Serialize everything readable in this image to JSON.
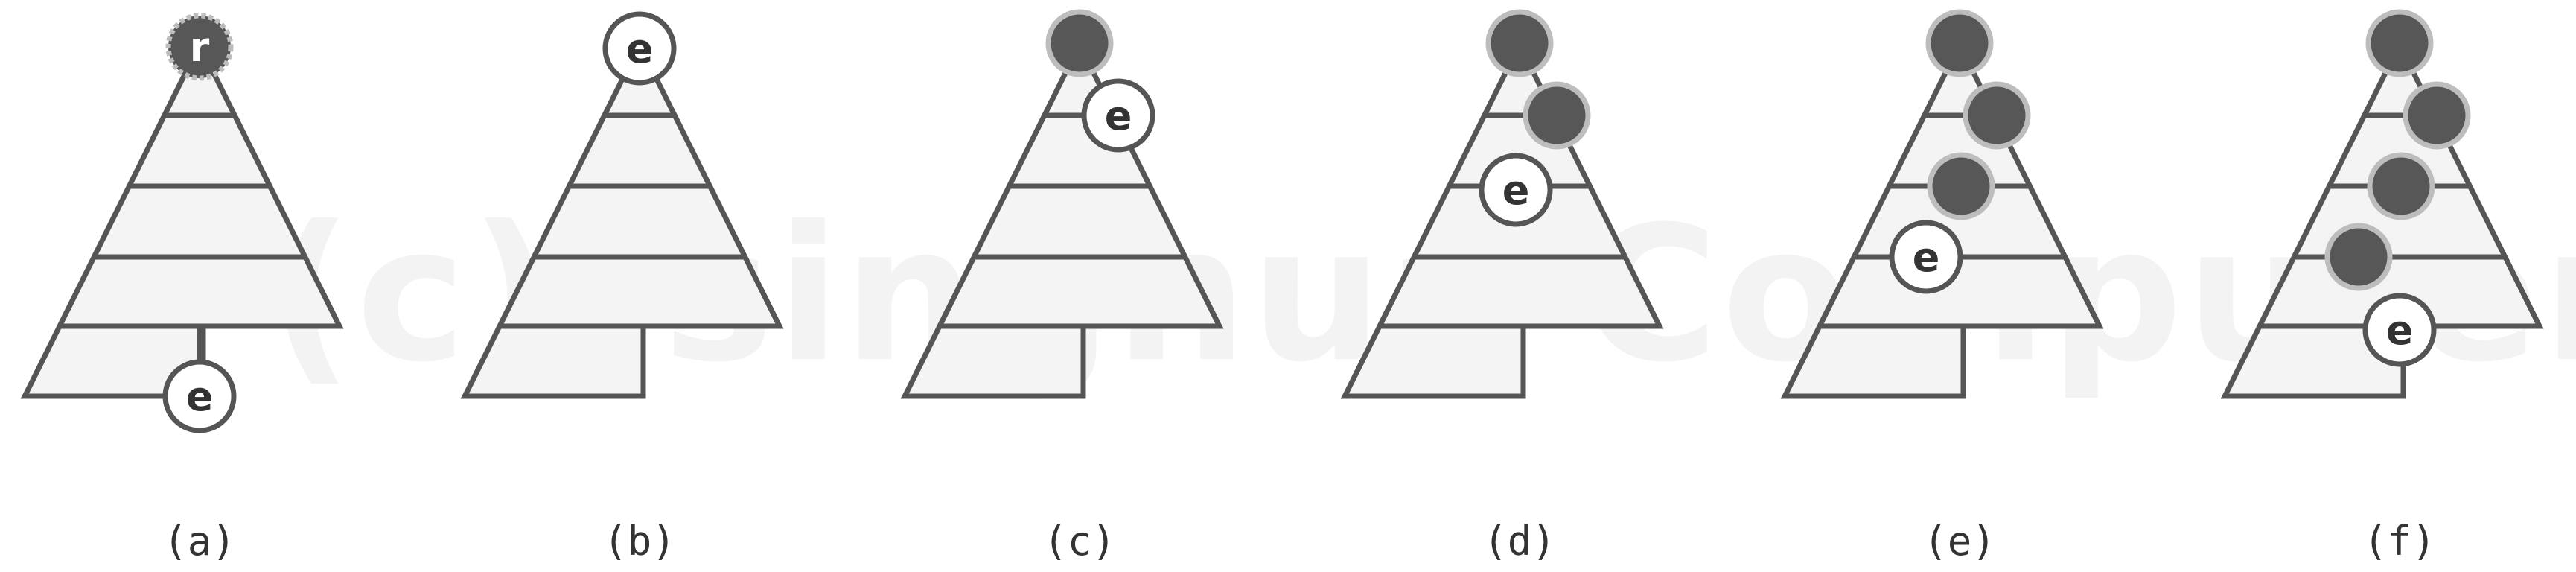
{
  "watermark": "(c)Tsinghua Computer",
  "colors": {
    "stroke": "#555555",
    "fill": "#f4f4f4",
    "visited": "#575757",
    "visited_ring": "#bdbdbd",
    "node_fill": "#ffffff"
  },
  "panels": [
    {
      "caption": "(a)",
      "root_label": "r",
      "e_label": "e",
      "e_position": "bottom",
      "visited_count": 0
    },
    {
      "caption": "(b)",
      "e_label": "e",
      "e_position": "top",
      "visited_count": 0
    },
    {
      "caption": "(c)",
      "e_label": "e",
      "e_position": "right-edge-level-1",
      "visited_count": 1
    },
    {
      "caption": "(d)",
      "e_label": "e",
      "e_position": "left-edge-level-2",
      "visited_count": 2
    },
    {
      "caption": "(e)",
      "e_label": "e",
      "e_position": "left-edge-level-3",
      "visited_count": 3
    },
    {
      "caption": "(f)",
      "e_label": "e",
      "e_position": "trunk-top",
      "visited_count": 4
    }
  ]
}
